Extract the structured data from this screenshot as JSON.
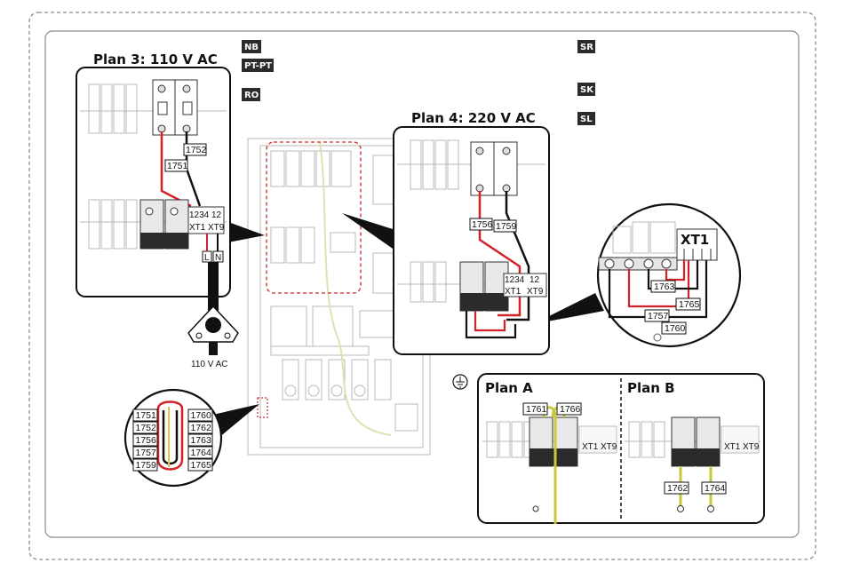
{
  "tags": {
    "nb": "NB",
    "pt_pt": "PT-PT",
    "ro": "RO",
    "sr": "SR",
    "sk": "SK",
    "sl": "SL"
  },
  "plan3": {
    "title": "Plan 3: 110 V AC",
    "wire_1752": "1752",
    "wire_1751": "1751",
    "xt1": "XT1",
    "xt9": "XT9",
    "pins_xt1": "1234",
    "pins_xt9": "12",
    "terminal_l": "L",
    "terminal_n": "N",
    "supply_label": "110 V AC"
  },
  "plan4": {
    "title": "Plan 4: 220 V AC",
    "wire_1756": "1756",
    "wire_1759": "1759",
    "xt1": "XT1",
    "xt9": "XT9",
    "pins_xt1": "1234",
    "pins_xt9": "12"
  },
  "zoom_xt1": {
    "label": "XT1",
    "wire_1763": "1763",
    "wire_1765": "1765",
    "wire_1757": "1757",
    "wire_1760": "1760"
  },
  "cable_bundle": {
    "left": [
      "1751",
      "1752",
      "1756",
      "1757",
      "1759"
    ],
    "right": [
      "1760",
      "1762",
      "1763",
      "1764",
      "1765"
    ]
  },
  "grounding": {
    "plan_a": {
      "title": "Plan A",
      "wire_1761": "1761",
      "wire_1766": "1766",
      "xt1": "XT1",
      "xt9": "XT9"
    },
    "plan_b": {
      "title": "Plan B",
      "wire_1762": "1762",
      "wire_1764": "1764",
      "xt1": "XT1",
      "xt9": "XT9"
    }
  },
  "colors": {
    "red_wire": "#d42027",
    "black_wire": "#111111",
    "ground_wire": "#c8c83a",
    "highlight_dash": "#cc2b2b"
  }
}
